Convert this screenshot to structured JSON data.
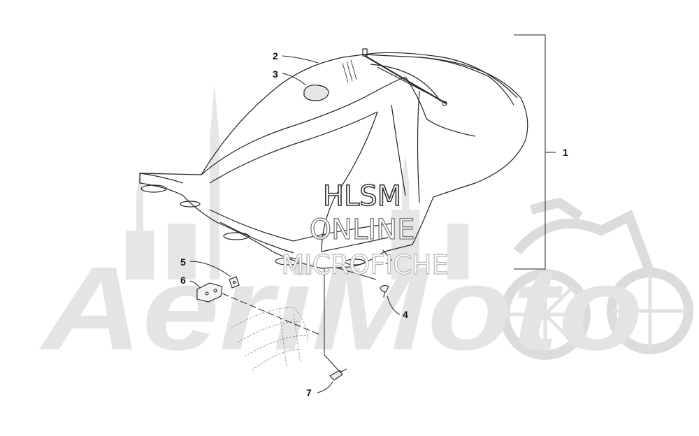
{
  "callouts": [
    {
      "id": "1",
      "label": "1"
    },
    {
      "id": "2",
      "label": "2"
    },
    {
      "id": "3",
      "label": "3"
    },
    {
      "id": "4",
      "label": "4"
    },
    {
      "id": "5",
      "label": "5"
    },
    {
      "id": "6",
      "label": "6"
    },
    {
      "id": "7",
      "label": "7"
    }
  ],
  "watermarks": {
    "brand": "AeriMoto",
    "hlsm_line1": "HLSM",
    "hlsm_line2": "ONLINE",
    "hlsm_line3": "MICROFICHE"
  },
  "colors": {
    "line": "#222222",
    "watermark": "#d9d9d9",
    "watermark_dark": "#c4c4c4"
  }
}
